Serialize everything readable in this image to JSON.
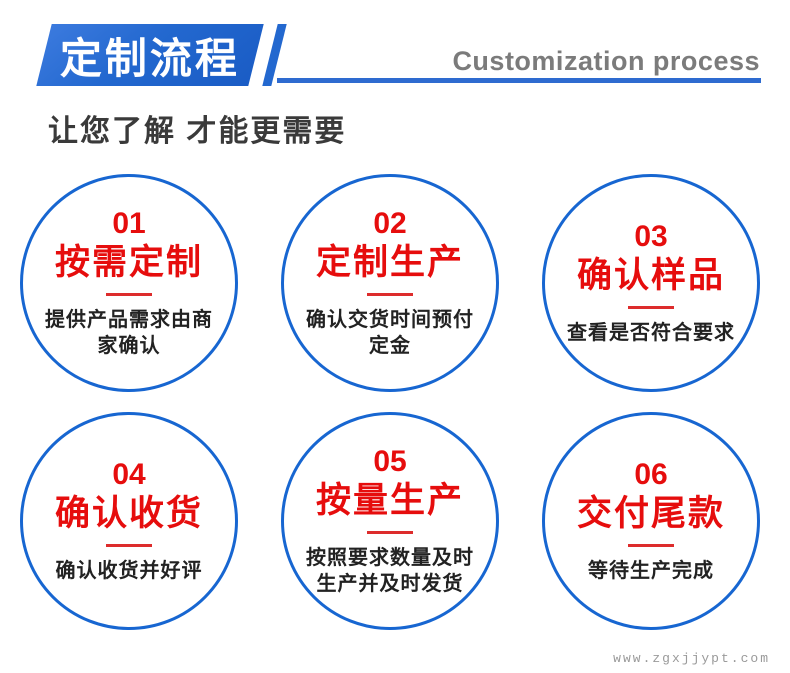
{
  "header": {
    "banner_title": "定制流程",
    "subtitle_en": "Customization process",
    "tagline": "让您了解 才能更需要"
  },
  "colors": {
    "banner_blue": "#2368cf",
    "line_blue": "#2e6bd0",
    "circle_border_blue": "#1766d1",
    "accent_red": "#e60d0d",
    "divider_red": "#dd2c2c",
    "subtitle_gray": "#7b7b7b",
    "body_text": "#222222"
  },
  "steps": [
    {
      "number": "01",
      "title": "按需定制",
      "desc": "提供产品需求由商家确认"
    },
    {
      "number": "02",
      "title": "定制生产",
      "desc": "确认交货时间预付定金"
    },
    {
      "number": "03",
      "title": "确认样品",
      "desc": "查看是否符合要求"
    },
    {
      "number": "04",
      "title": "确认收货",
      "desc": "确认收货并好评"
    },
    {
      "number": "05",
      "title": "按量生产",
      "desc": "按照要求数量及时生产并及时发货"
    },
    {
      "number": "06",
      "title": "交付尾款",
      "desc": "等待生产完成"
    }
  ],
  "footer": {
    "watermark": "www.zgxjjypt.com"
  }
}
